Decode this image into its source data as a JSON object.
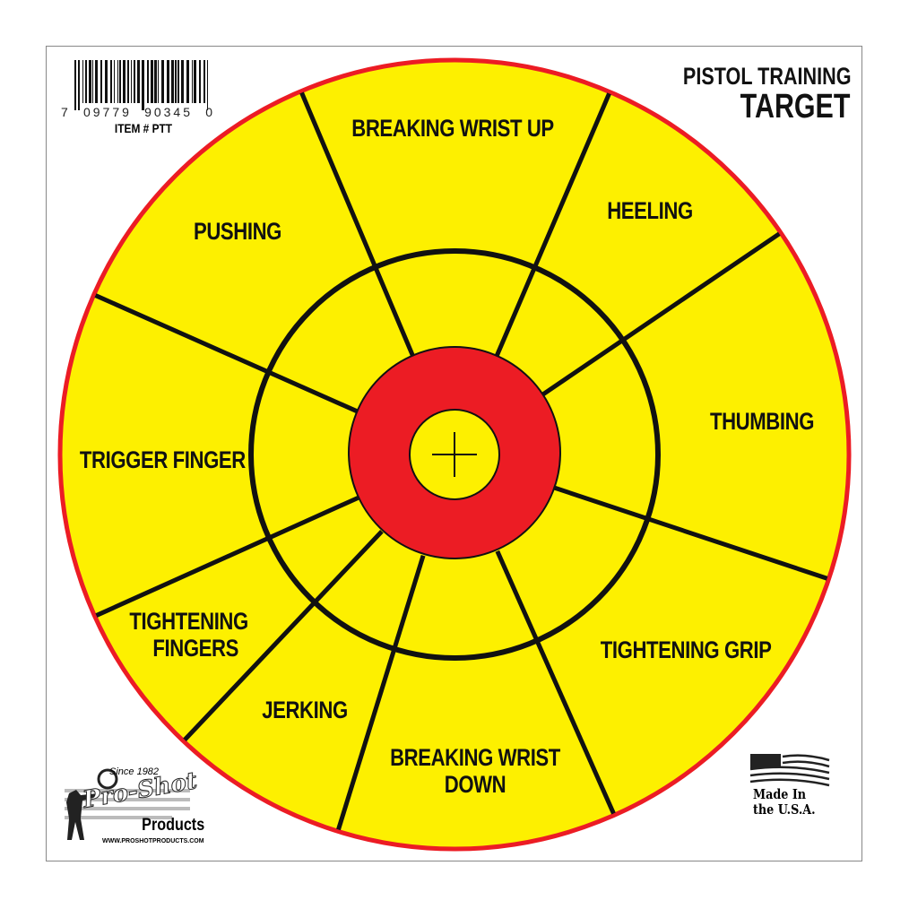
{
  "header": {
    "line1": "PISTOL TRAINING",
    "line2": "TARGET"
  },
  "barcode": {
    "digits": [
      "7",
      "09779",
      "90345",
      "0"
    ],
    "item": "ITEM # PTT"
  },
  "labels": {
    "breaking_wrist_up": "BREAKING WRIST UP",
    "heeling": "HEELING",
    "thumbing": "THUMBING",
    "tightening_grip": "TIGHTENING GRIP",
    "breaking_wrist_down_1": "BREAKING WRIST",
    "breaking_wrist_down_2": "DOWN",
    "jerking": "JERKING",
    "tightening_fingers_1": "TIGHTENING",
    "tightening_fingers_2": "FINGERS",
    "trigger_finger": "TRIGGER FINGER",
    "pushing": "PUSHING"
  },
  "logo": {
    "since": "Since 1982",
    "brand": "Pro-Shot",
    "products": "Products",
    "url": "WWW.PROSHOTPRODUCTS.COM"
  },
  "badge": {
    "line1": "Made In",
    "line2": "the U.S.A."
  },
  "colors": {
    "yellow": "#fdf000",
    "red": "#ec1c24",
    "black": "#111111"
  }
}
